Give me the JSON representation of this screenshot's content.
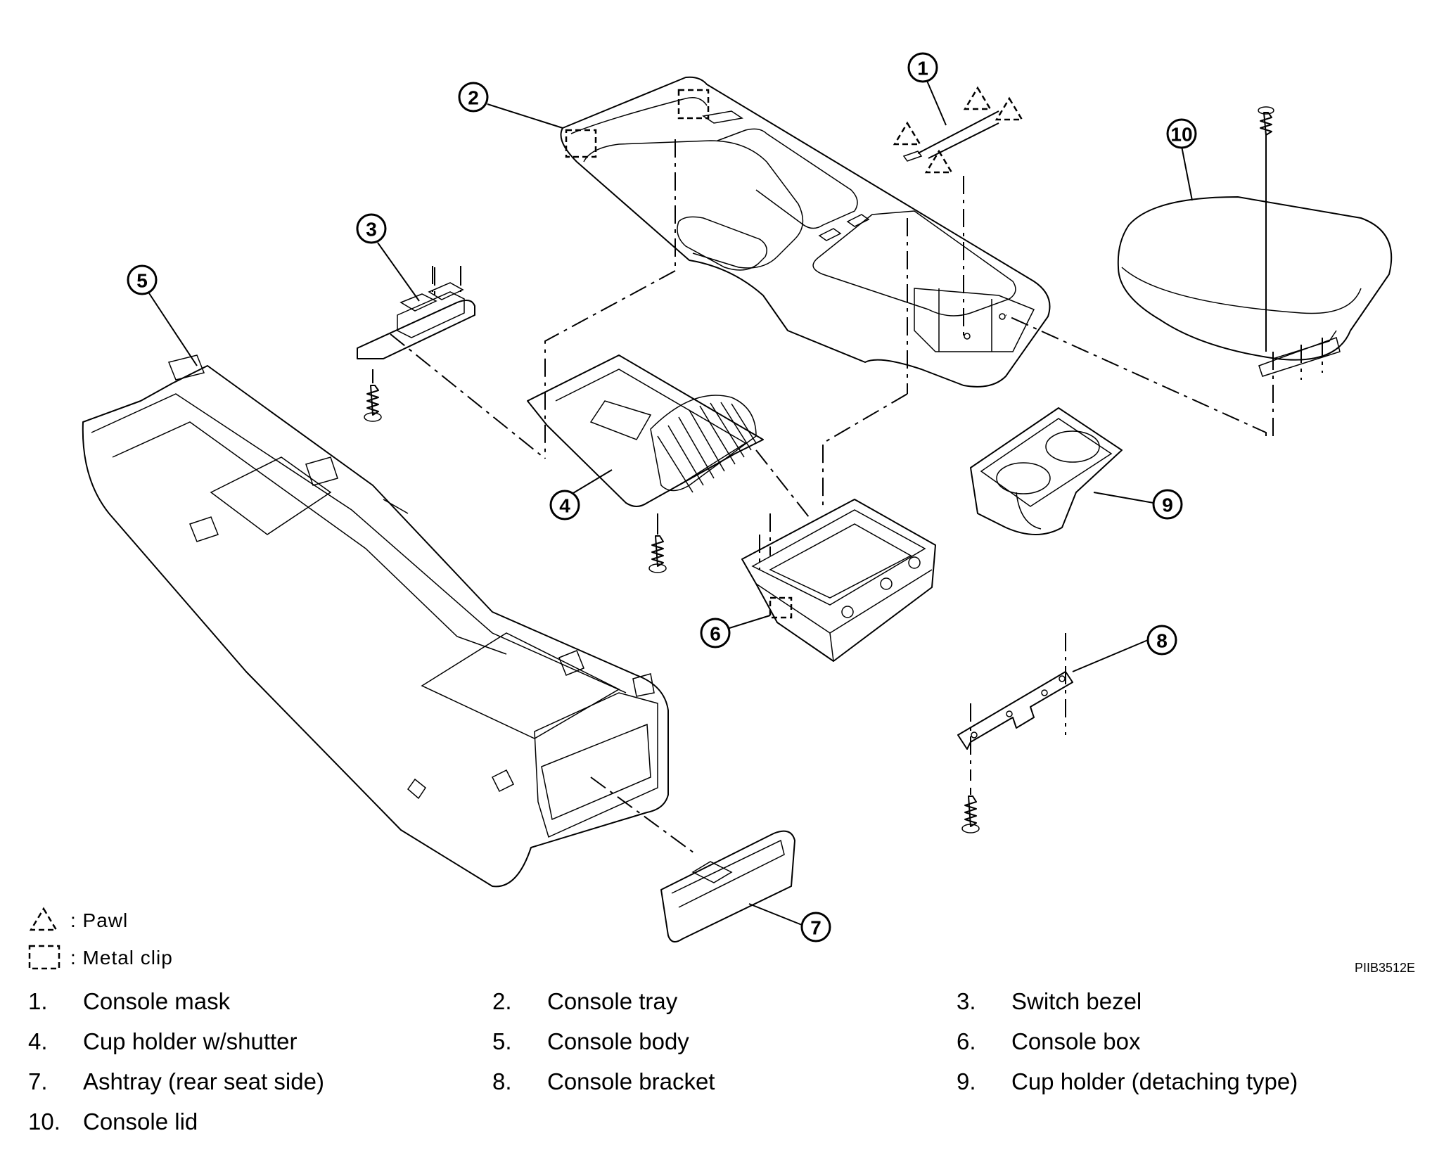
{
  "figure_ref": "PIIB3512E",
  "legend": [
    {
      "symbol": "triangle-dashed",
      "label": ": Pawl"
    },
    {
      "symbol": "square-dashed",
      "label": ": Metal clip"
    }
  ],
  "callouts": [
    "1",
    "2",
    "3",
    "4",
    "5",
    "6",
    "7",
    "8",
    "9",
    "10"
  ],
  "parts": [
    {
      "num": "1.",
      "name": "Console mask"
    },
    {
      "num": "2.",
      "name": "Console tray"
    },
    {
      "num": "3.",
      "name": "Switch bezel"
    },
    {
      "num": "4.",
      "name": "Cup holder w/shutter"
    },
    {
      "num": "5.",
      "name": "Console body"
    },
    {
      "num": "6.",
      "name": "Console box"
    },
    {
      "num": "7.",
      "name": "Ashtray (rear seat side)"
    },
    {
      "num": "8.",
      "name": "Console bracket"
    },
    {
      "num": "9.",
      "name": "Cup holder (detaching type)"
    },
    {
      "num": "10.",
      "name": "Console lid"
    }
  ]
}
